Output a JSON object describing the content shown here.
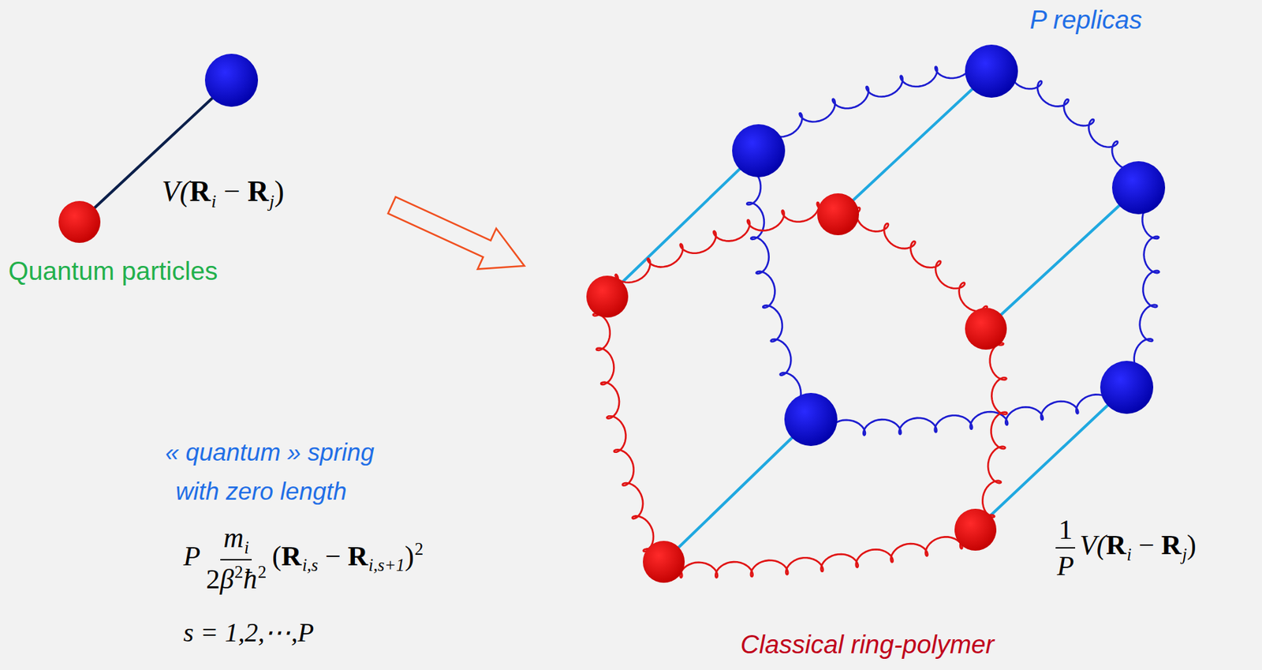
{
  "diagram": {
    "labels": [
      "P replicas",
      "V(",
      "R",
      "i",
      "−",
      "R",
      "j",
      ")",
      "Quantum particles",
      "« quantum » spring",
      "with zero length",
      "P",
      "m",
      "i",
      "2",
      "β",
      "2",
      "ħ",
      "2",
      "(",
      "R",
      "i,s",
      "−",
      "R",
      "i,s+1",
      ")",
      "2",
      "s = 1,2,⋯,P",
      "Classical ring-polymer",
      "1",
      "P",
      "V(",
      "R",
      "i",
      "−",
      "R",
      "j",
      ")"
    ]
  }
}
